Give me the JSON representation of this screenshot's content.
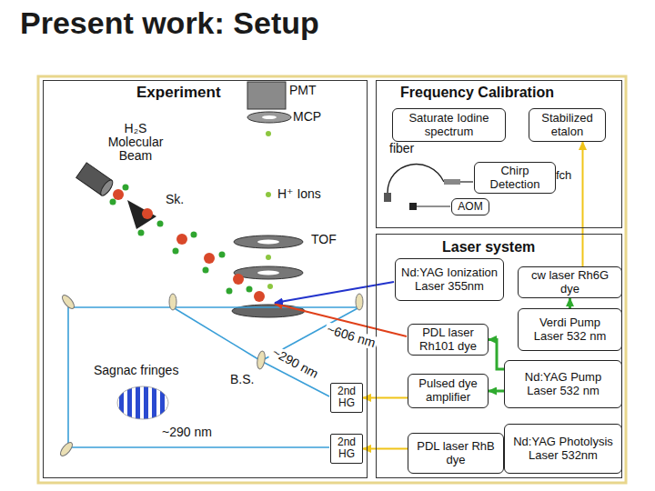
{
  "diagram": {
    "title": "Present work: Setup",
    "nodes": [
      {
        "text": [
          "Experiment"
        ]
      },
      {
        "text": [
          "Frequency Calibration"
        ]
      },
      {
        "text": [
          "Saturate Iodine spectrum"
        ],
        "in": 1
      },
      {
        "text": [
          "Stabilized etalon"
        ],
        "in": 1
      },
      {
        "text": [
          "Chirp Detection"
        ],
        "in": 1
      },
      {
        "text": [
          "AOM"
        ],
        "in": 1
      },
      {
        "text": [
          "Laser system"
        ]
      },
      {
        "text": [
          "Nd:YAG Ionization Laser 355nm"
        ],
        "in": 6
      },
      {
        "text": [
          "cw laser Rh6G dye"
        ],
        "in": 6
      },
      {
        "text": [
          "PDL laser Rh101 dye"
        ],
        "in": 6
      },
      {
        "text": [
          "Verdi Pump Laser 532 nm"
        ],
        "in": 6
      },
      {
        "text": [
          "Pulsed dye amplifier"
        ],
        "in": 6
      },
      {
        "text": [
          "Nd:YAG Pump Laser 532 nm"
        ],
        "in": 6
      },
      {
        "text": [
          "PDL laser RhB dye"
        ],
        "in": 6
      },
      {
        "text": [
          "Nd:YAG Photolysis Laser 532nm"
        ],
        "in": 6
      },
      {
        "text": [
          "2nd HG"
        ],
        "in": 0
      },
      {
        "text": [
          "2nd HG"
        ],
        "in": 0
      }
    ],
    "edges": [
      {
        "from": 10,
        "to": 8,
        "arrow": "to"
      },
      {
        "from": 12,
        "to": 9,
        "arrow": "to"
      },
      {
        "from": 12,
        "to": 11,
        "arrow": "to"
      },
      {
        "from": 11,
        "to": 15,
        "arrow": "to"
      },
      {
        "from": 13,
        "to": 16,
        "arrow": "to"
      },
      {
        "from": 8,
        "to": 3,
        "arrow": "to"
      }
    ],
    "labels": [
      "PMT",
      "MCP",
      "H₂S Molecular Beam",
      "Sk.",
      "H⁺ Ions",
      "TOF",
      "~606 nm",
      "~290 nm",
      "Sagnac fringes",
      "B.S.",
      "~290 nm",
      "fiber",
      "fch"
    ]
  }
}
